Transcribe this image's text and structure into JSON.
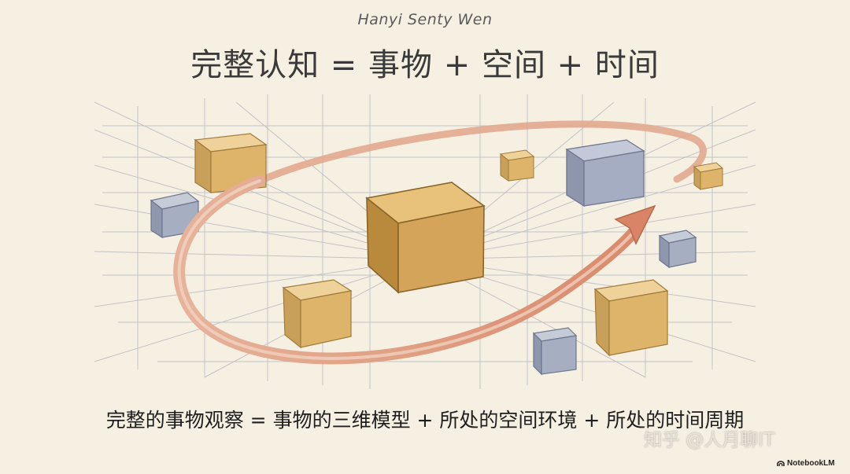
{
  "header": {
    "author": "Hanyi Senty Wen",
    "title": "完整认知 = 事物 + 空间 + 时间"
  },
  "caption": "完整的事物观察 = 事物的三维模型 + 所处的空间环境 + 所处的时间周期",
  "watermark": "知乎 @人月聊IT",
  "badge": {
    "label": "NotebookLM",
    "icon": "notebooklm-logo-icon"
  },
  "colors": {
    "background": "#f6f0e3",
    "grid": "#9a9fae",
    "gold_cube": "#dcb466",
    "blue_cube": "#a4acc0",
    "arrow": "#d99a7c"
  },
  "diagram": {
    "elements": [
      "perspective-grid",
      "central-cube",
      "small-cubes",
      "orbit-arrow"
    ]
  }
}
